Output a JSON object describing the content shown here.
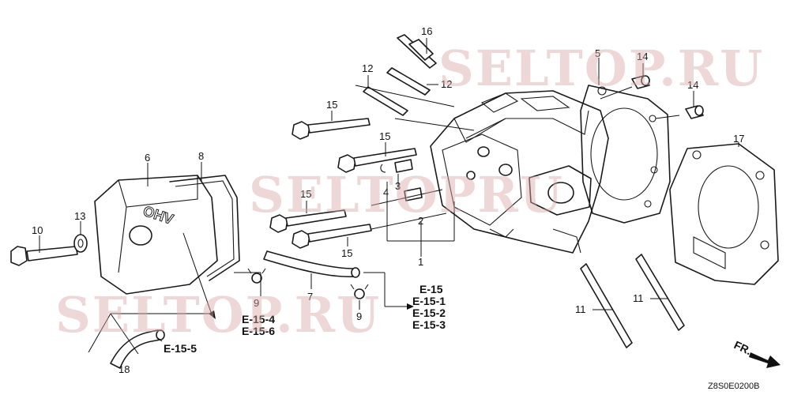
{
  "watermarks": [
    "SELTOP.RU",
    "SELTOPRU",
    "SELTOP.RU"
  ],
  "callouts": {
    "c1": "1",
    "c2": "2",
    "c3": "3",
    "c4": "4",
    "c5": "5",
    "c6": "6",
    "c7": "7",
    "c8": "8",
    "c9a": "9",
    "c9b": "9",
    "c10": "10",
    "c11a": "11",
    "c11b": "11",
    "c12a": "12",
    "c12b": "12",
    "c13": "13",
    "c14a": "14",
    "c14b": "14",
    "c15a": "15",
    "c15b": "15",
    "c15c": "15",
    "c15d": "15",
    "c16": "16",
    "c17": "17",
    "c18": "18"
  },
  "references": {
    "r_e15": "E-15",
    "r_e151": "E-15-1",
    "r_e152": "E-15-2",
    "r_e153": "E-15-3",
    "r_e154": "E-15-4",
    "r_e156": "E-15-6",
    "r_e155": "E-15-5"
  },
  "front_arrow_label": "FR.",
  "cover_marking": "OHV",
  "diagram_code": "Z8S0E0200B",
  "colors": {
    "line": "#1a1a1a",
    "watermark": "#d9a8a8"
  }
}
